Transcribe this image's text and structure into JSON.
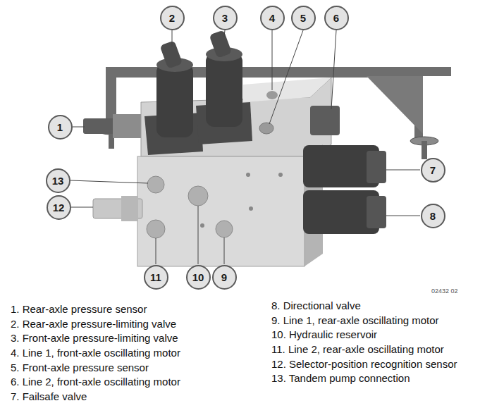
{
  "diagram": {
    "nodes": [
      {
        "text": [
          "2"
        ]
      },
      {
        "text": [
          "3"
        ]
      },
      {
        "text": [
          "4"
        ]
      },
      {
        "text": [
          "5"
        ]
      },
      {
        "text": [
          "6"
        ]
      },
      {
        "text": [
          "1"
        ]
      },
      {
        "text": [
          "7"
        ]
      },
      {
        "text": [
          "13"
        ]
      },
      {
        "text": [
          "12"
        ]
      },
      {
        "text": [
          "8"
        ]
      },
      {
        "text": [
          "11"
        ]
      },
      {
        "text": [
          "10"
        ]
      },
      {
        "text": [
          "9"
        ]
      }
    ],
    "labels": [
      "1. Rear-axle pressure sensor",
      "2. Rear-axle pressure-limiting valve",
      "3. Front-axle pressure-limiting valve",
      "4. Line 1, front-axle oscillating motor",
      "5. Front-axle pressure sensor",
      "6. Line 2, front-axle oscillating motor",
      "7. Failsafe valve",
      "8. Directional valve",
      "9. Line 1, rear-axle oscillating motor",
      "10. Hydraulic reservoir",
      "11. Line 2, rear-axle oscillating motor",
      "12. Selector-position recognition sensor",
      "13. Tandem pump connection",
      "02432 02"
    ]
  }
}
